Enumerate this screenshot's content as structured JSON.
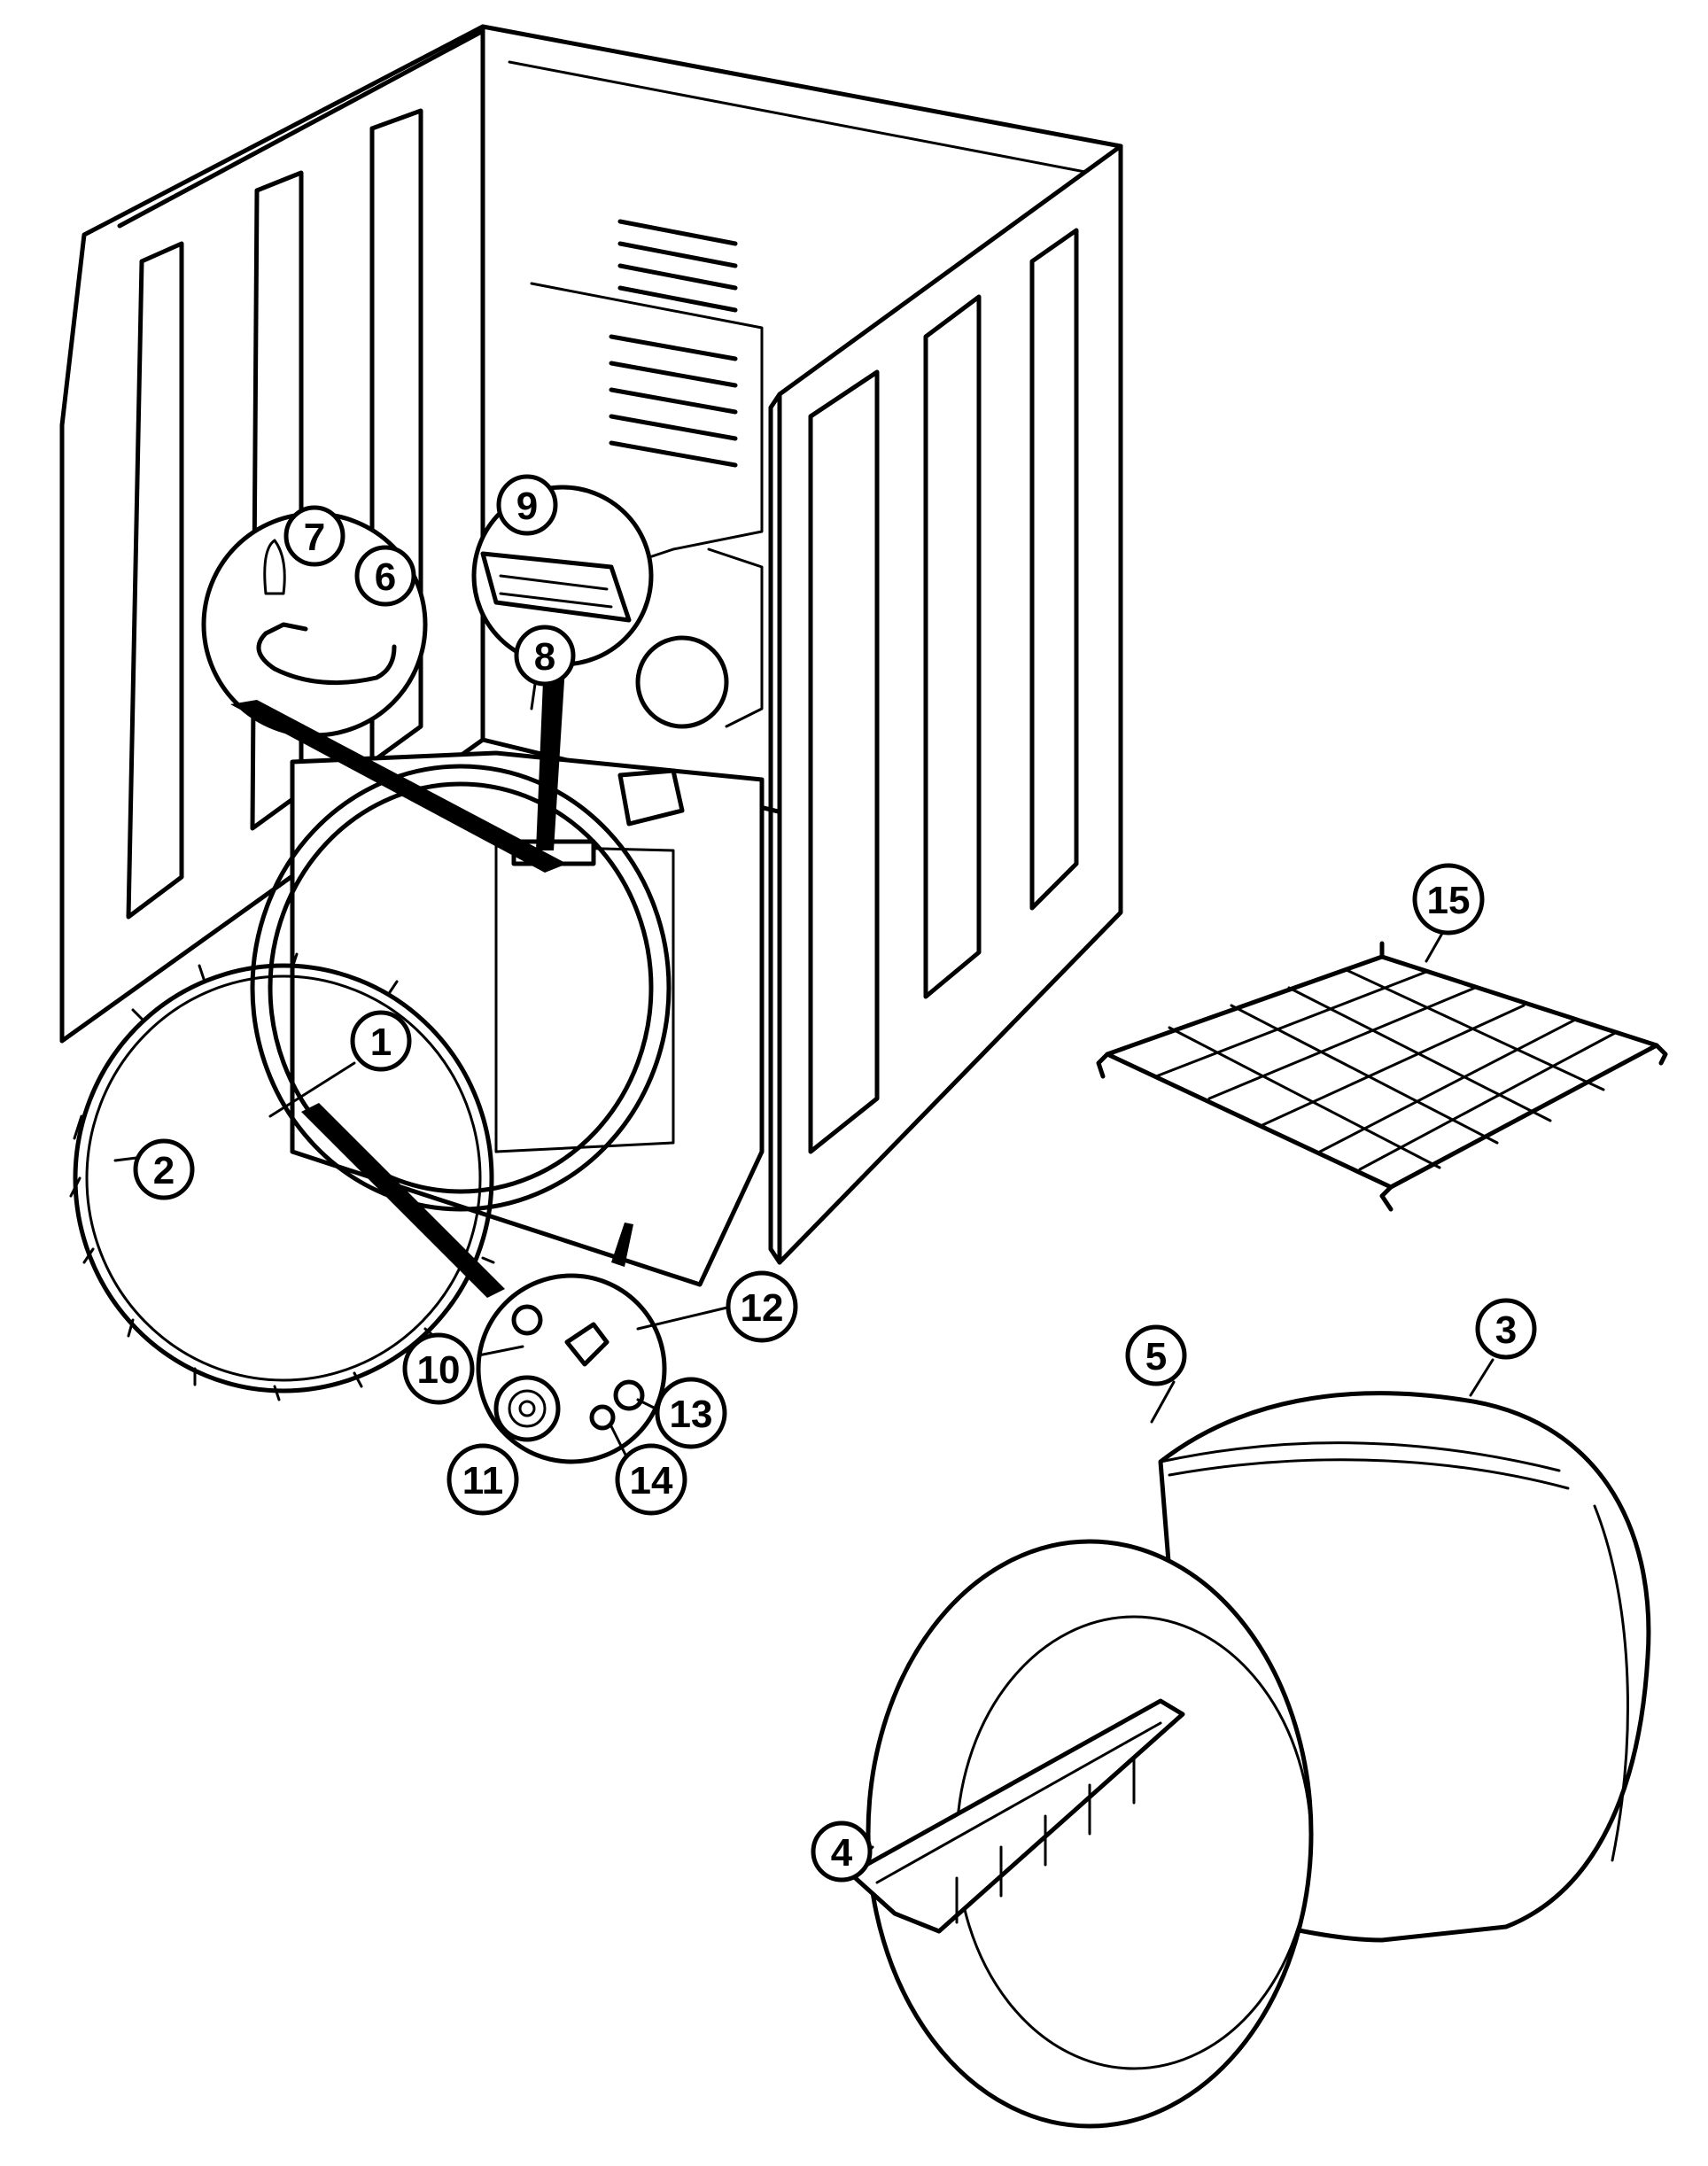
{
  "figure": {
    "callouts": [
      {
        "id": "1",
        "label": "1"
      },
      {
        "id": "2",
        "label": "2"
      },
      {
        "id": "3",
        "label": "3"
      },
      {
        "id": "4",
        "label": "4"
      },
      {
        "id": "5",
        "label": "5"
      },
      {
        "id": "6",
        "label": "6"
      },
      {
        "id": "7",
        "label": "7"
      },
      {
        "id": "8",
        "label": "8"
      },
      {
        "id": "9",
        "label": "9"
      },
      {
        "id": "10",
        "label": "10"
      },
      {
        "id": "11",
        "label": "11"
      },
      {
        "id": "12",
        "label": "12"
      },
      {
        "id": "13",
        "label": "13"
      },
      {
        "id": "14",
        "label": "14"
      },
      {
        "id": "15",
        "label": "15"
      }
    ]
  }
}
